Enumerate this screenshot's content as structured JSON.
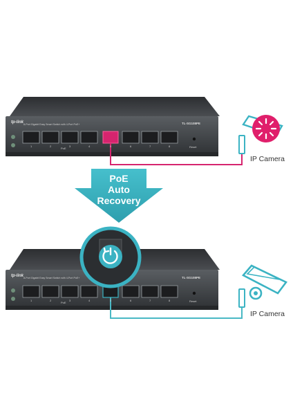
{
  "colors": {
    "accent_teal": "#3bb3c3",
    "fault_magenta": "#d6246e",
    "switch_body": "#3a3d40",
    "cable_link": "#49b8c4"
  },
  "banner": {
    "line1": "PoE",
    "line2": "Auto",
    "line3": "Recovery"
  },
  "switch_top": {
    "brand": "tp-link",
    "model": "TL-SG108PE",
    "description": "8-Port Gigabit Easy Smart Switch with 4-Port PoE+",
    "port_numbers": [
      "1",
      "2",
      "3",
      "4",
      "5",
      "6",
      "7",
      "8"
    ],
    "poe_label": "PoE",
    "reset_label": "Reset"
  },
  "switch_bottom": {
    "brand": "tp-link",
    "model": "TL-SG108PE",
    "description": "8-Port Gigabit Easy Smart Switch with 4-Port PoE+",
    "port_numbers": [
      "1",
      "2",
      "3",
      "4",
      "5",
      "6",
      "7",
      "8"
    ],
    "poe_label": "PoE",
    "reset_label": "Reset"
  },
  "camera_top": {
    "label": "IP Camera",
    "state": "fault",
    "icon": "loading-spinner-icon"
  },
  "camera_bottom": {
    "label": "IP Camera",
    "state": "ok",
    "icon": "security-camera-icon"
  },
  "recovery_icon": "power-restart-icon"
}
